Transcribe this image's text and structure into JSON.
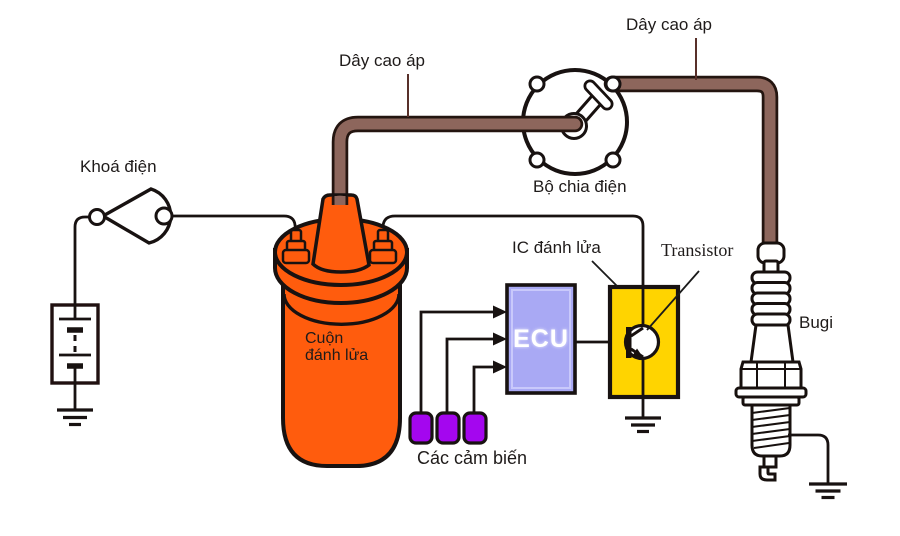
{
  "diagram": {
    "title_hint": "ignition-system-schematic",
    "labels": {
      "ignition_switch": "Khoá điện",
      "hv_wire_1": "Dây cao áp",
      "hv_wire_2": "Dây cao áp",
      "distributor": "Bộ chia điện",
      "coil_line1": "Cuộn",
      "coil_line2": "đánh lửa",
      "igniter": "IC đánh lửa",
      "transistor": "Transistor",
      "ecu": "ECU",
      "sensors": "Các cảm biến",
      "spark_plug": "Bugi"
    },
    "colors": {
      "coil_orange": "#ff5c0d",
      "wire_brown": "#8d665c",
      "igniter_yellow": "#ffd400",
      "ecu_lavender": "#a9a9f4",
      "sensor_purple": "#a406ef",
      "line_black": "#181211",
      "pointer_red": "#58302a"
    }
  }
}
